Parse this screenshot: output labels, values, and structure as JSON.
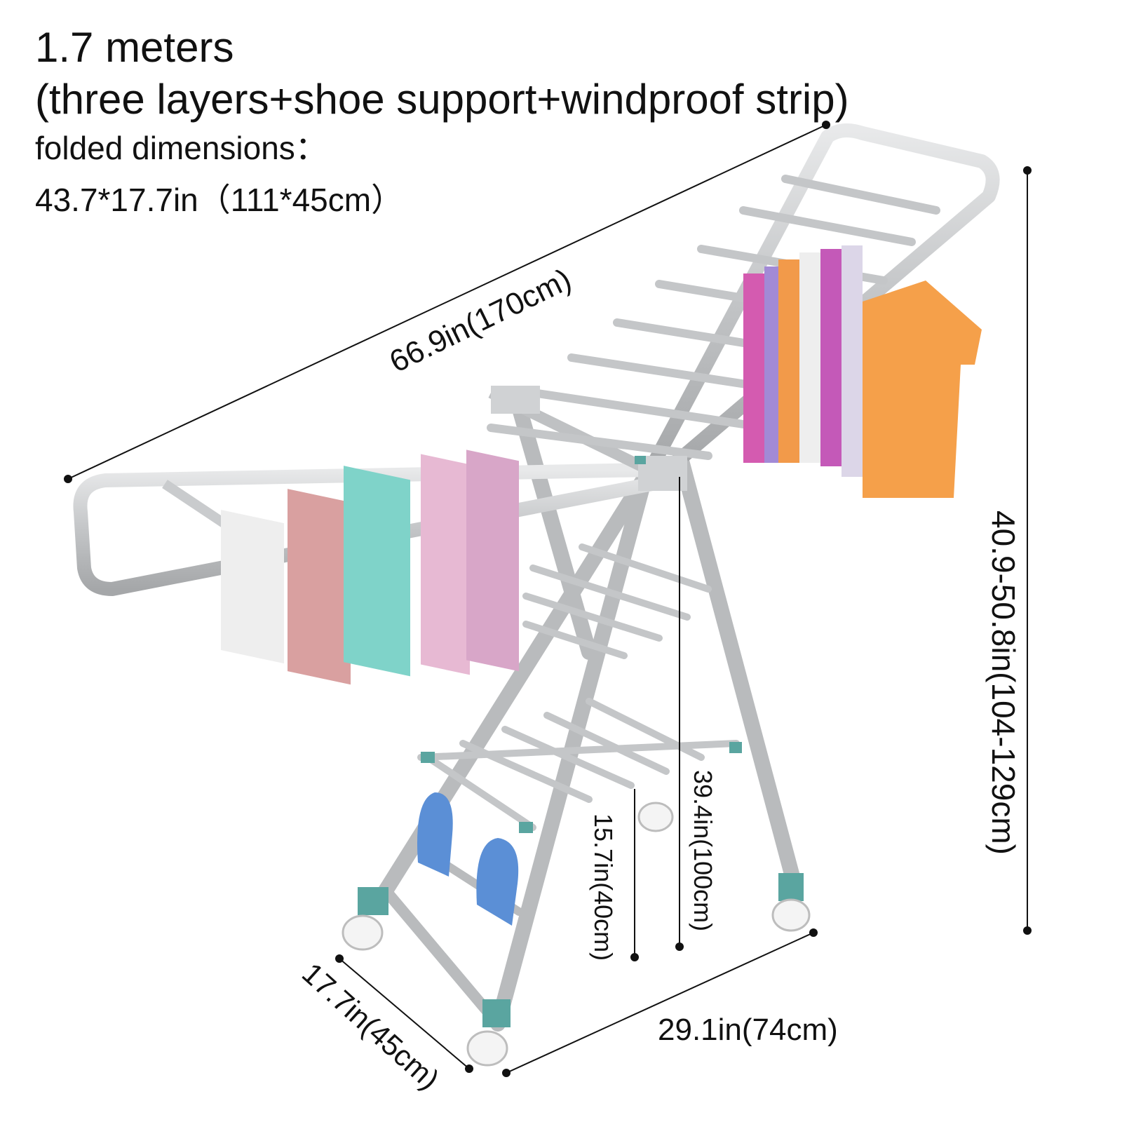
{
  "header": {
    "title": "1.7 meters",
    "subtitle": "(three layers+shoe support+windproof strip)",
    "folded_label": "folded dimensions：",
    "folded_value": "43.7*17.7in（111*45cm）"
  },
  "dimensions": {
    "total_length": "66.9in(170cm)",
    "height_range": "40.9-50.8in(104-129cm)",
    "lower_shelf_height": "39.4in(100cm)",
    "shoe_shelf_height": "15.7in(40cm)",
    "depth": "17.7in(45cm)",
    "width": "29.1in(74cm)"
  },
  "colors": {
    "frame": "#c8cacc",
    "frame_dark": "#9a9c9e",
    "accent": "#5aa5a0",
    "towel_white": "#eeeeee",
    "towel_pink": "#d9a0a0",
    "towel_teal": "#7fd3c9",
    "towel_lilac": "#e7b9d3",
    "shirt_orange": "#f5a04a",
    "slipper_blue": "#5b8fd6"
  }
}
